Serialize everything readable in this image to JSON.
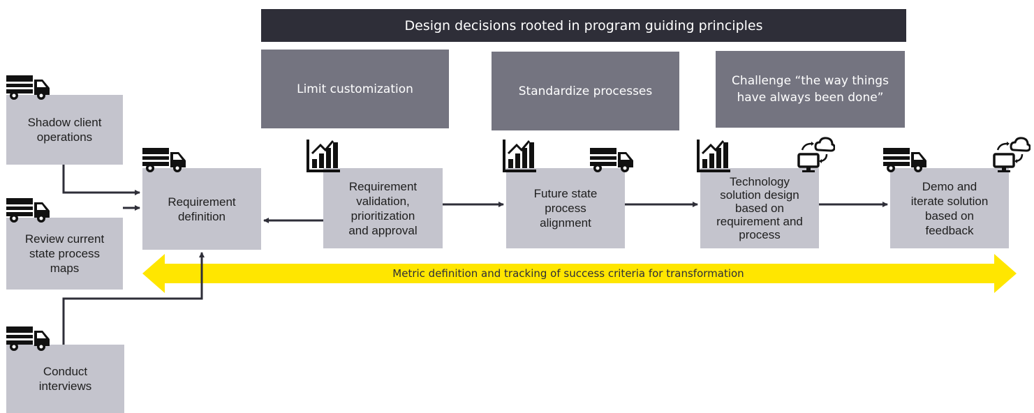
{
  "colors": {
    "banner": "#2e2e38",
    "principle_box": "#747480",
    "step_box": "#c4c4cd",
    "band": "#ffe600",
    "connector": "#2e2e38"
  },
  "header": {
    "banner_text": "Design decisions rooted in program guiding principles"
  },
  "principles": [
    {
      "label": "Limit customization"
    },
    {
      "label": "Standardize processes"
    },
    {
      "label": "Challenge “the way things\nhave always been done”"
    }
  ],
  "inputs": [
    {
      "label": "Shadow client\noperations",
      "icon": "truck-icon"
    },
    {
      "label": "Review current\nstate process\nmaps",
      "icon": "truck-icon"
    },
    {
      "label": "Conduct\ninterviews",
      "icon": "truck-icon"
    }
  ],
  "steps": [
    {
      "label": "Requirement\ndefinition",
      "icons": [
        "truck-icon"
      ]
    },
    {
      "label": "Requirement\nvalidation,\nprioritization\nand approval",
      "icons": [
        "bar-chart-icon"
      ]
    },
    {
      "label": "Future state\nprocess\nalignment",
      "icons": [
        "bar-chart-icon",
        "truck-icon"
      ]
    },
    {
      "label": "Technology\nsolution design\nbased on\nrequirement and\nprocess",
      "icons": [
        "bar-chart-icon",
        "cloud-computer-icon"
      ]
    },
    {
      "label": "Demo and\niterate solution\nbased on\nfeedback",
      "icons": [
        "truck-icon",
        "cloud-computer-icon"
      ]
    }
  ],
  "band": {
    "label": "Metric definition and tracking of success criteria for transformation"
  }
}
